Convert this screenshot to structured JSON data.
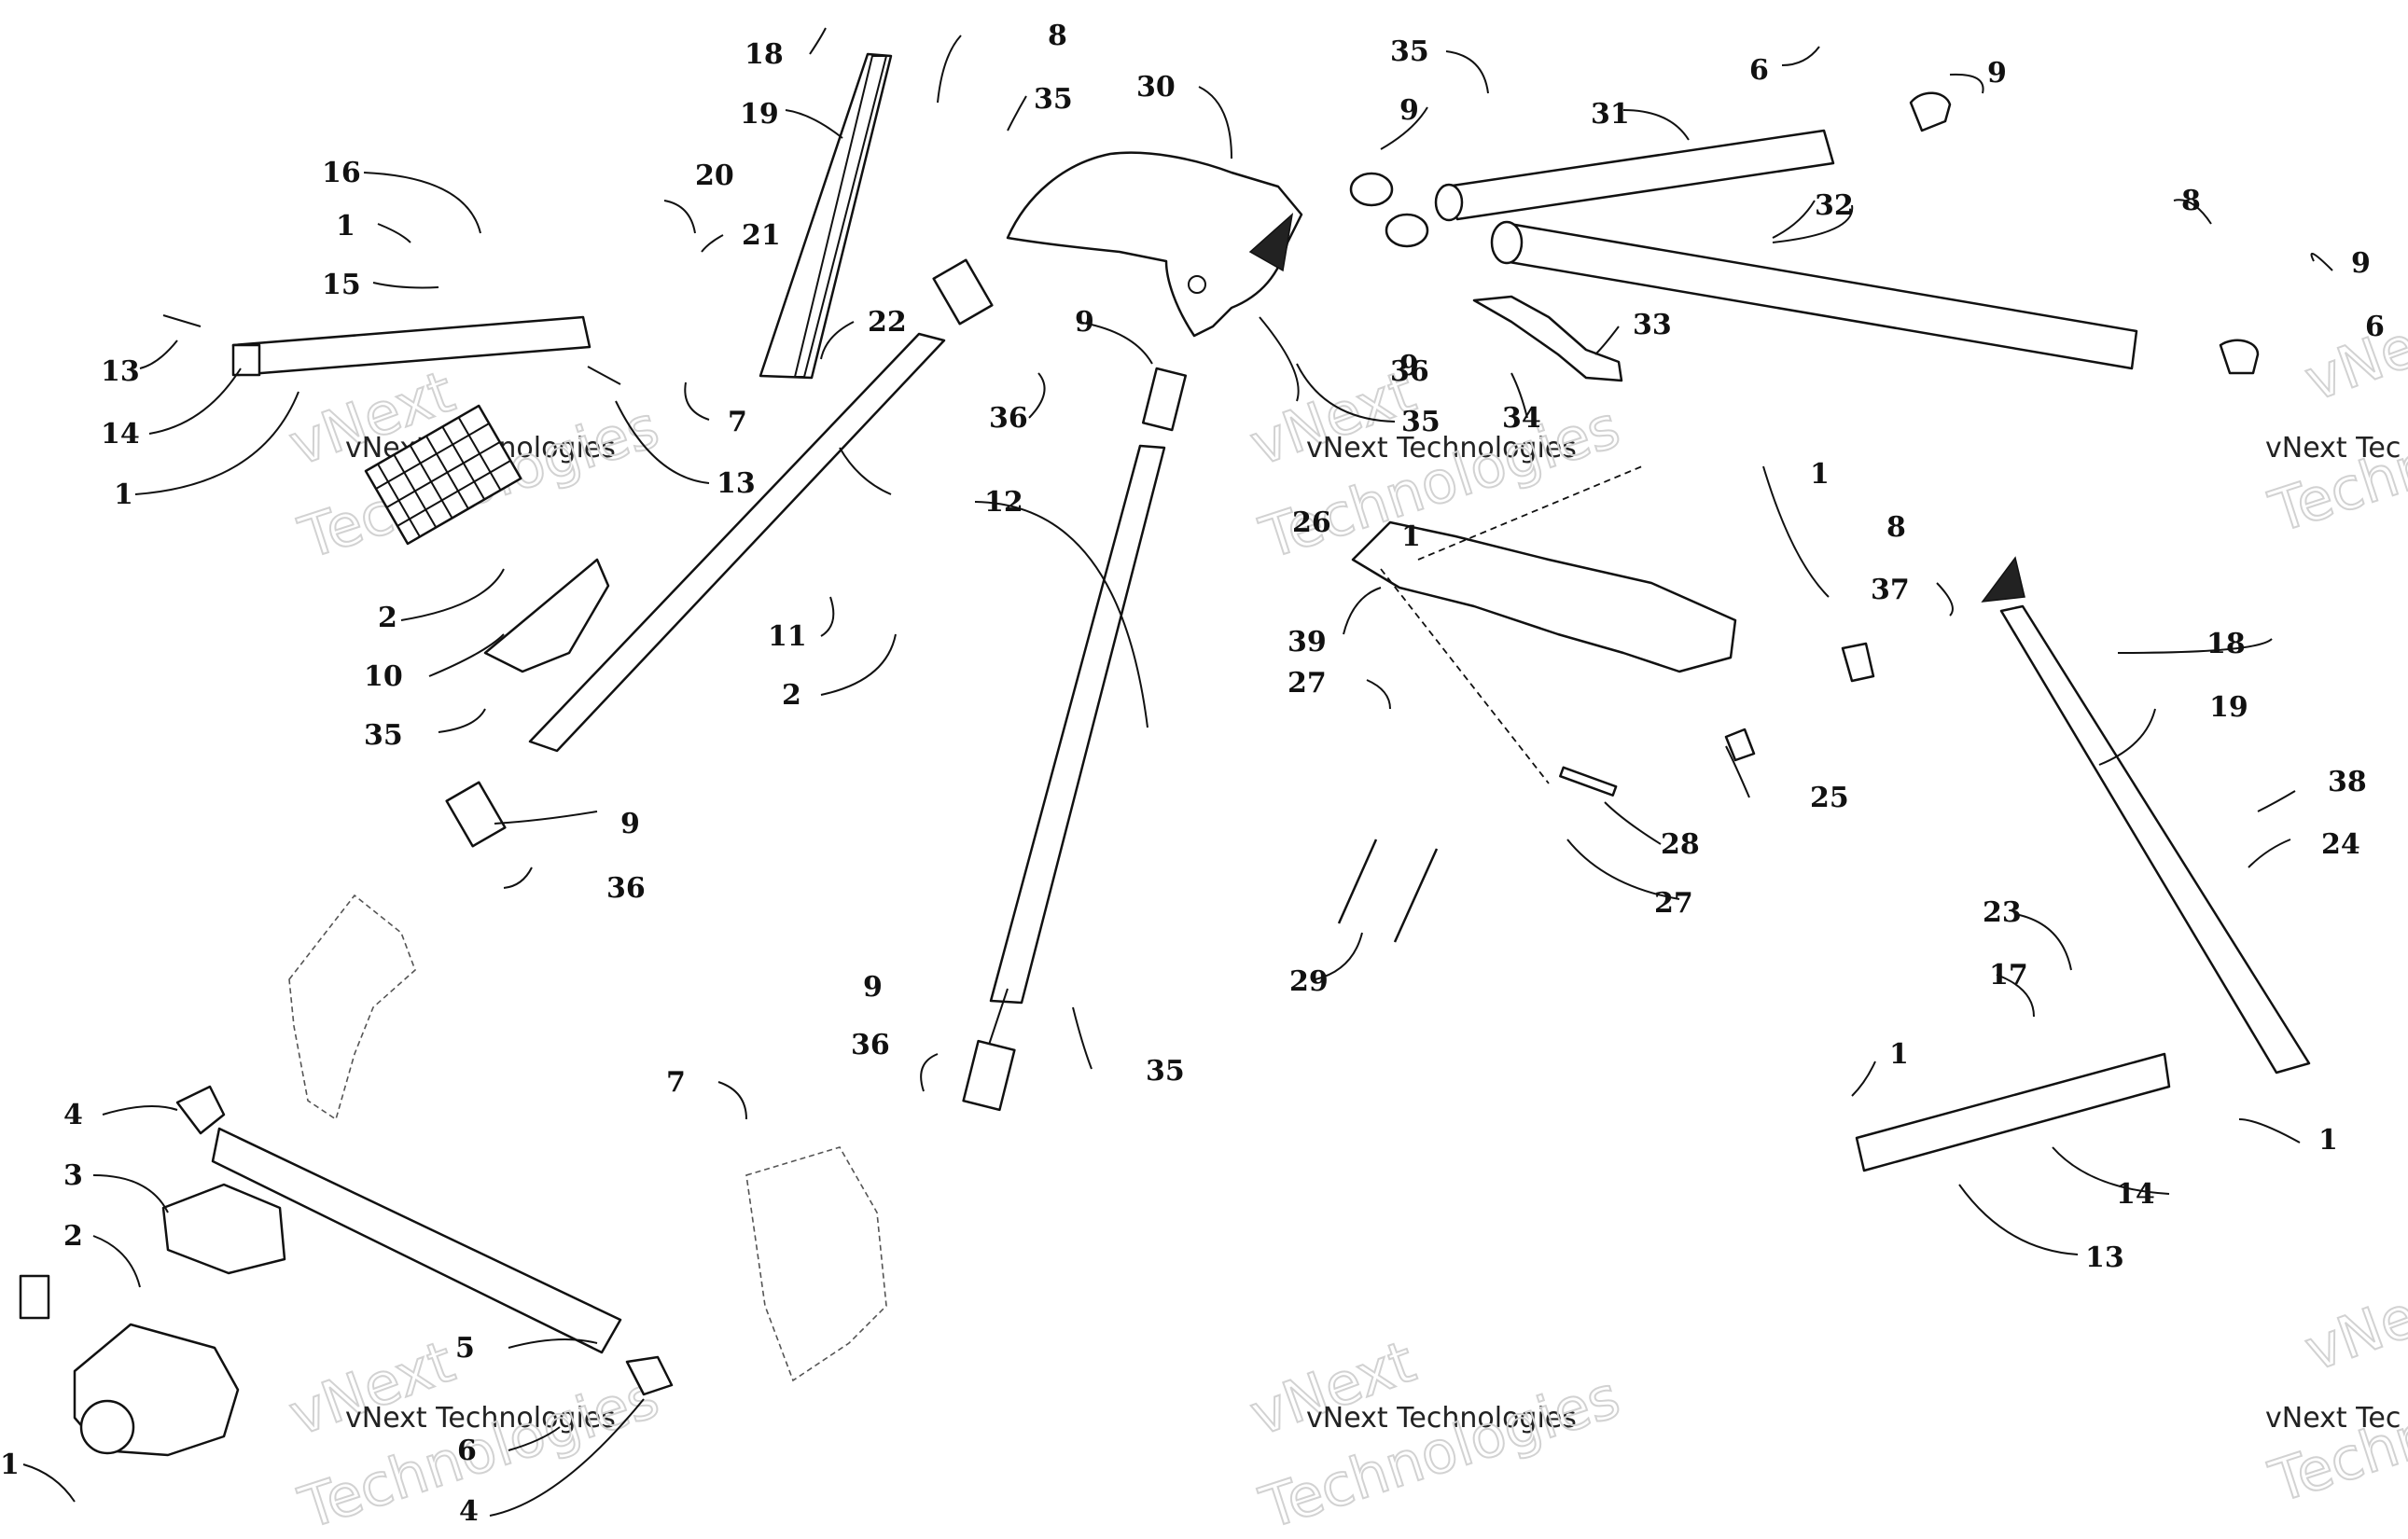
{
  "watermarks": [
    {
      "line1": "vNext Technologies",
      "line2": "Technologies",
      "big_prefix": "vNext"
    },
    {
      "line1": "vNext Technologies",
      "line2": "Technologies",
      "big_prefix": "vNext"
    },
    {
      "line1": "vNext Technologies",
      "line2": "Technologies",
      "big_prefix": "vNext"
    },
    {
      "line1": "vNext Technologies",
      "line2": "Technologies",
      "big_prefix": "vNext"
    },
    {
      "line1": "vNext Tec",
      "line2": "Techno",
      "big_prefix": "vNe"
    },
    {
      "line1": "vNext Tec",
      "line2": "Techno",
      "big_prefix": "vNe"
    }
  ],
  "callouts": [
    "18",
    "8",
    "19",
    "35",
    "30",
    "35",
    "9",
    "31",
    "6",
    "9",
    "16",
    "1",
    "15",
    "20",
    "21",
    "13",
    "14",
    "1",
    "22",
    "7",
    "13",
    "9",
    "36",
    "12",
    "9",
    "36",
    "35",
    "34",
    "33",
    "32",
    "8",
    "9",
    "6",
    "26",
    "1",
    "1",
    "8",
    "37",
    "18",
    "19",
    "39",
    "27",
    "25",
    "28",
    "27",
    "38",
    "24",
    "29",
    "2",
    "10",
    "35",
    "11",
    "2",
    "9",
    "36",
    "9",
    "36",
    "35",
    "7",
    "4",
    "3",
    "2",
    "5",
    "6",
    "4",
    "1",
    "23",
    "17",
    "1",
    "1",
    "14",
    "13"
  ]
}
